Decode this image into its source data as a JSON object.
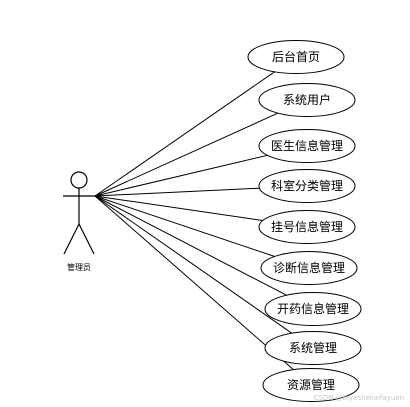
{
  "actor": {
    "label": "管理员"
  },
  "use_cases": [
    {
      "label": "后台首页"
    },
    {
      "label": "系统用户"
    },
    {
      "label": "医生信息管理"
    },
    {
      "label": "科室分类管理"
    },
    {
      "label": "挂号信息管理"
    },
    {
      "label": "诊断信息管理"
    },
    {
      "label": "开药信息管理"
    },
    {
      "label": "系统管理"
    },
    {
      "label": "资源管理"
    }
  ],
  "watermark": {
    "text": "CSDN @biyeshekaifayuan"
  }
}
